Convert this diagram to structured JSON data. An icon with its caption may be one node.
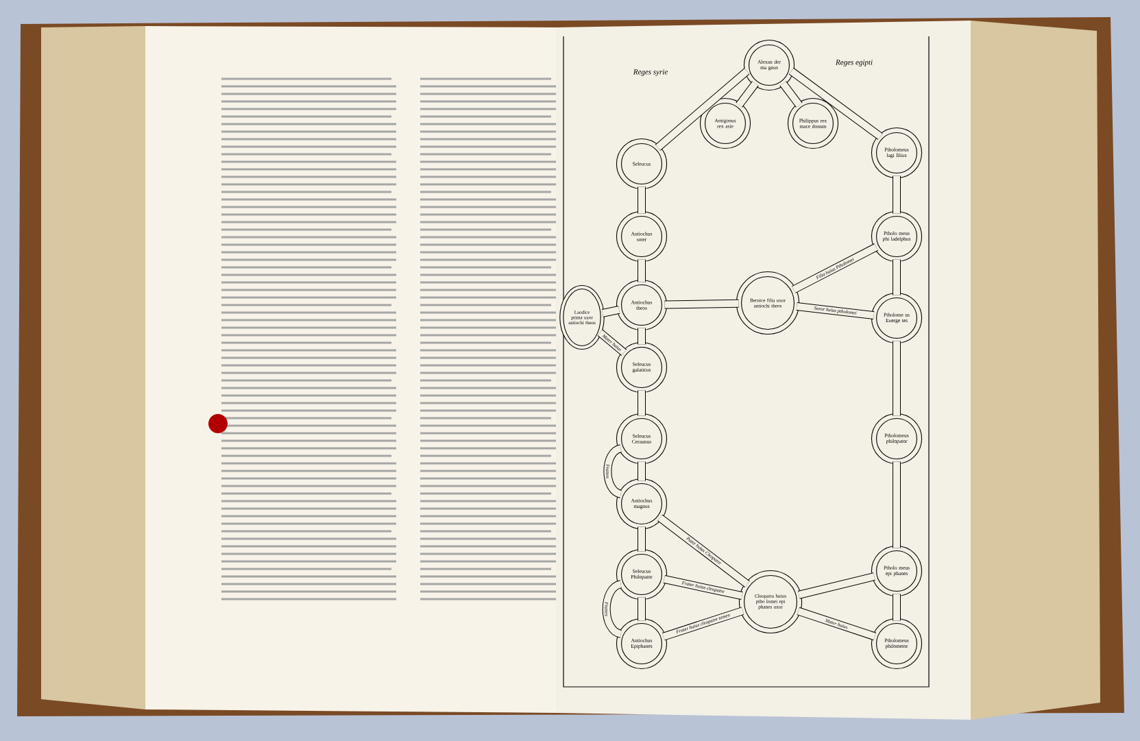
{
  "diagram": {
    "nodes": [
      {
        "text": [
          "Alexan der ma gnus"
        ]
      },
      {
        "text": [
          "Antigonus rex asie"
        ]
      },
      {
        "text": [
          "Philippus rex mace donum"
        ]
      },
      {
        "text": [
          "Seleucus"
        ]
      },
      {
        "text": [
          "Ptholomeus lagi filius"
        ]
      },
      {
        "text": [
          "Antiochus soter"
        ]
      },
      {
        "text": [
          "Ptholo meus phi ladelphus"
        ]
      },
      {
        "text": [
          "Laodice prima uxor antiochi theos"
        ]
      },
      {
        "text": [
          "Antiochus theos"
        ]
      },
      {
        "text": [
          "Bernice filia uxor antiochi theos"
        ]
      },
      {
        "text": [
          "Ptholome us Euerge tes"
        ]
      },
      {
        "text": [
          "Seleucus galaticus"
        ]
      },
      {
        "text": [
          "Seleucus Ceraunus"
        ]
      },
      {
        "text": [
          "Ptholomeus philopator"
        ]
      },
      {
        "text": [
          "Antiochus magnus"
        ]
      },
      {
        "text": [
          "Seleucus Philopator"
        ]
      },
      {
        "text": [
          "Ptholo meus epi phanes"
        ]
      },
      {
        "text": [
          "Cleopatra huius ptho lomei epi phanes uxor"
        ]
      },
      {
        "text": [
          "Antiochus Epiphanes"
        ]
      },
      {
        "text": [
          "Ptholomeus philometor"
        ]
      }
    ],
    "edges": [
      {
        "from": 0,
        "to": 1,
        "arrow": "none"
      },
      {
        "from": 0,
        "to": 2,
        "arrow": "none"
      },
      {
        "from": 0,
        "to": 3,
        "arrow": "none"
      },
      {
        "from": 0,
        "to": 4,
        "arrow": "none"
      },
      {
        "from": 3,
        "to": 5,
        "arrow": "none"
      },
      {
        "from": 4,
        "to": 6,
        "arrow": "none"
      },
      {
        "from": 5,
        "to": 8,
        "arrow": "none"
      },
      {
        "from": 6,
        "to": 10,
        "arrow": "none"
      },
      {
        "from": 8,
        "to": 7,
        "arrow": "none"
      },
      {
        "from": 8,
        "to": 9,
        "arrow": "none"
      },
      {
        "from": 9,
        "to": 6,
        "arrow": "none",
        "label": "Filia huius Ptholomei"
      },
      {
        "from": 9,
        "to": 10,
        "arrow": "none",
        "label": "Soror huius ptholomei"
      },
      {
        "from": 7,
        "to": 11,
        "arrow": "none",
        "label": "Mater huius"
      },
      {
        "from": 8,
        "to": 11,
        "arrow": "none"
      },
      {
        "from": 10,
        "to": 13,
        "arrow": "none"
      },
      {
        "from": 11,
        "to": 12,
        "arrow": "none"
      },
      {
        "from": 12,
        "to": 14,
        "arrow": "none"
      },
      {
        "from": 12,
        "to": 14,
        "arrow": "none",
        "label": "Fratres"
      },
      {
        "from": 13,
        "to": 16,
        "arrow": "none"
      },
      {
        "from": 14,
        "to": 15,
        "arrow": "none"
      },
      {
        "from": 14,
        "to": 17,
        "arrow": "none",
        "label": "Pater huius Cleopatre"
      },
      {
        "from": 15,
        "to": 17,
        "arrow": "none",
        "label": "Frater huius cleopatre"
      },
      {
        "from": 15,
        "to": 18,
        "arrow": "none"
      },
      {
        "from": 15,
        "to": 18,
        "arrow": "none",
        "label": "Fratres"
      },
      {
        "from": 18,
        "to": 17,
        "arrow": "none",
        "label": "Frater huius cleopatre tamen"
      },
      {
        "from": 17,
        "to": 16,
        "arrow": "none"
      },
      {
        "from": 17,
        "to": 19,
        "arrow": "none",
        "label": "Mater huius"
      },
      {
        "from": 16,
        "to": 19,
        "arrow": "none"
      }
    ],
    "labels": [
      "Reges syrie",
      "Reges egipti"
    ]
  }
}
